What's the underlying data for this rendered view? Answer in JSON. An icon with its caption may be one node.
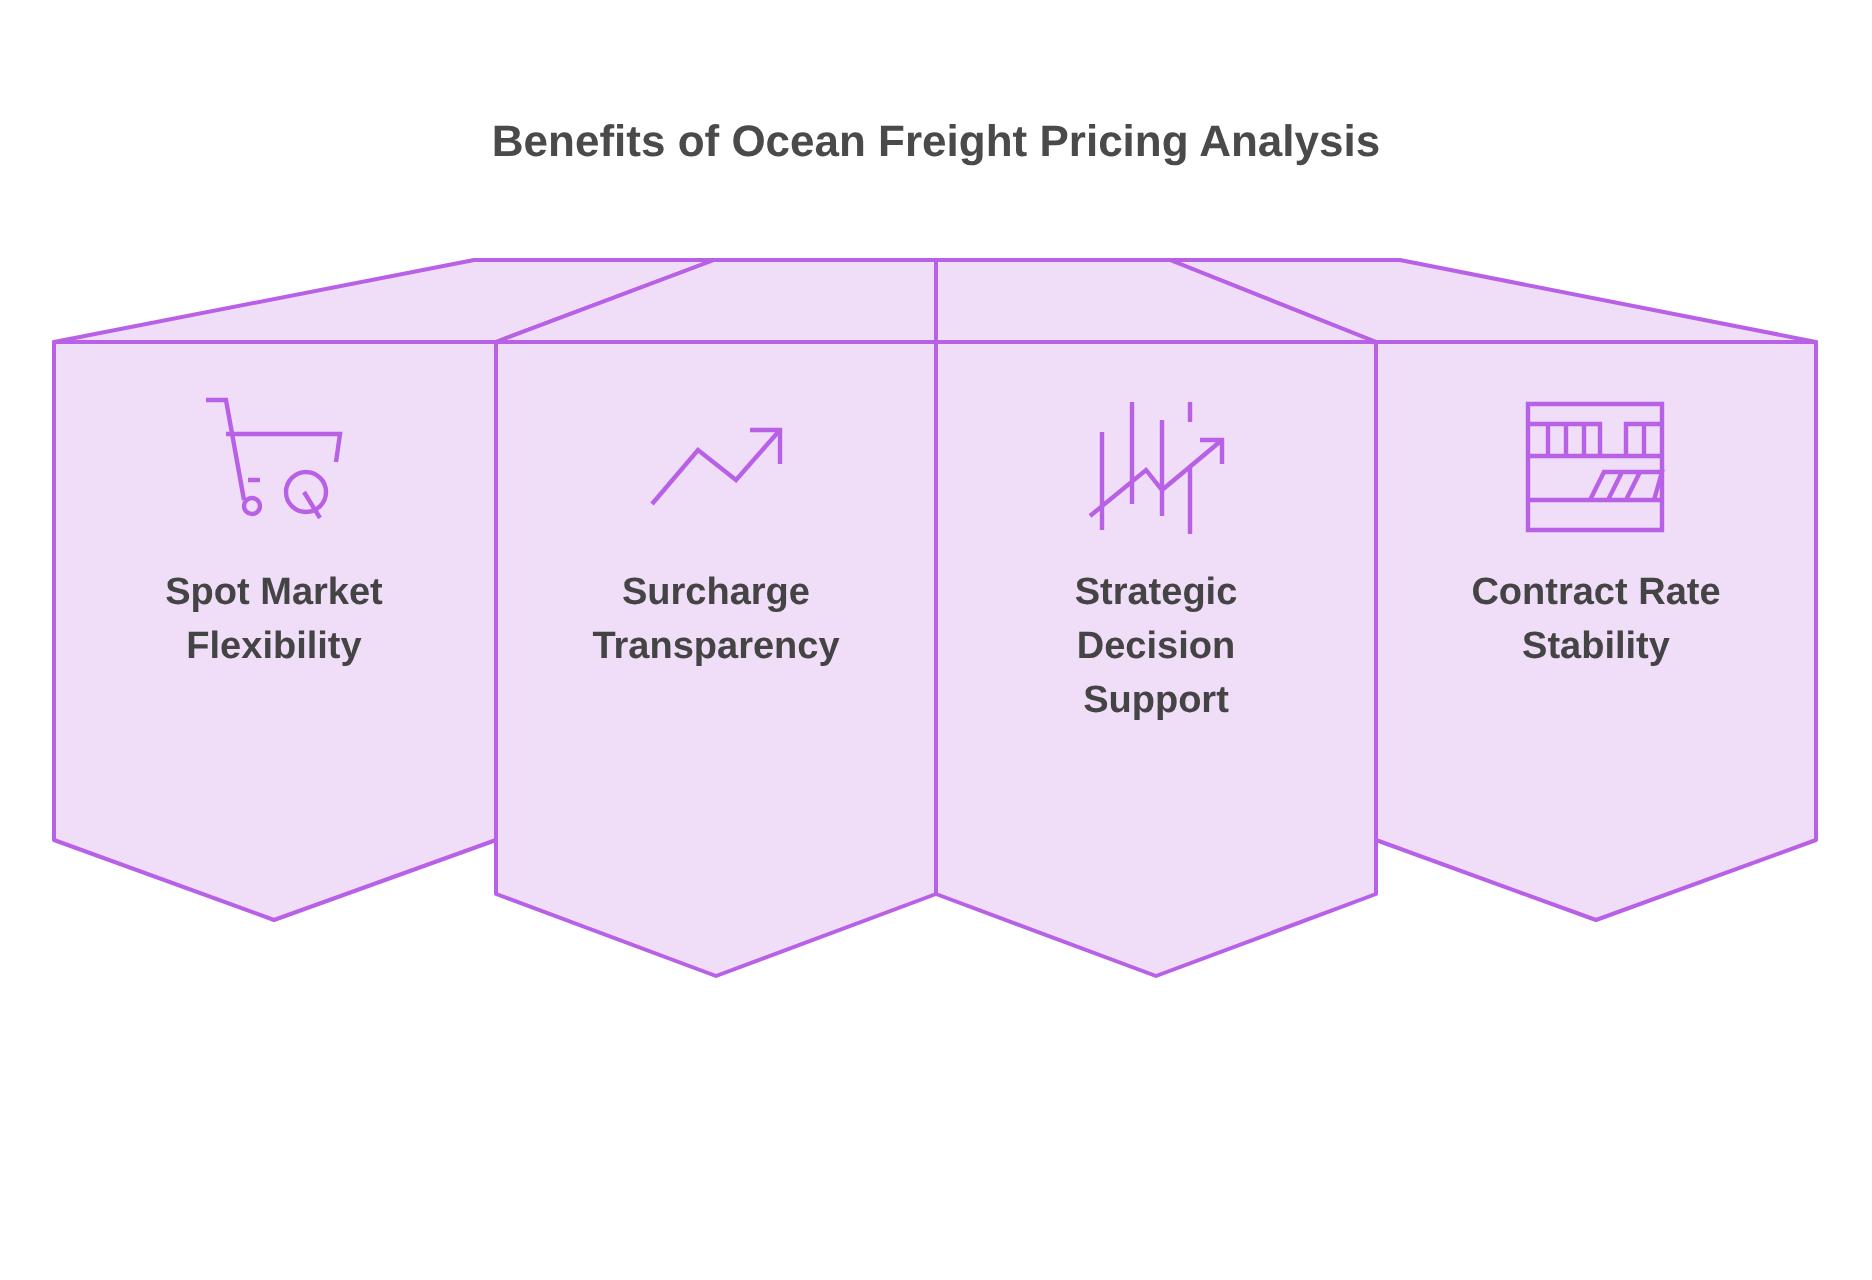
{
  "diagram": {
    "title": "Benefits of Ocean Freight Pricing Analysis",
    "nodes": [
      {
        "text": [
          "Spot Market Flexibility"
        ]
      },
      {
        "text": [
          "Surcharge Transparency"
        ]
      },
      {
        "text": [
          "Strategic Decision Support"
        ]
      },
      {
        "text": [
          "Contract Rate Stability"
        ]
      }
    ]
  }
}
